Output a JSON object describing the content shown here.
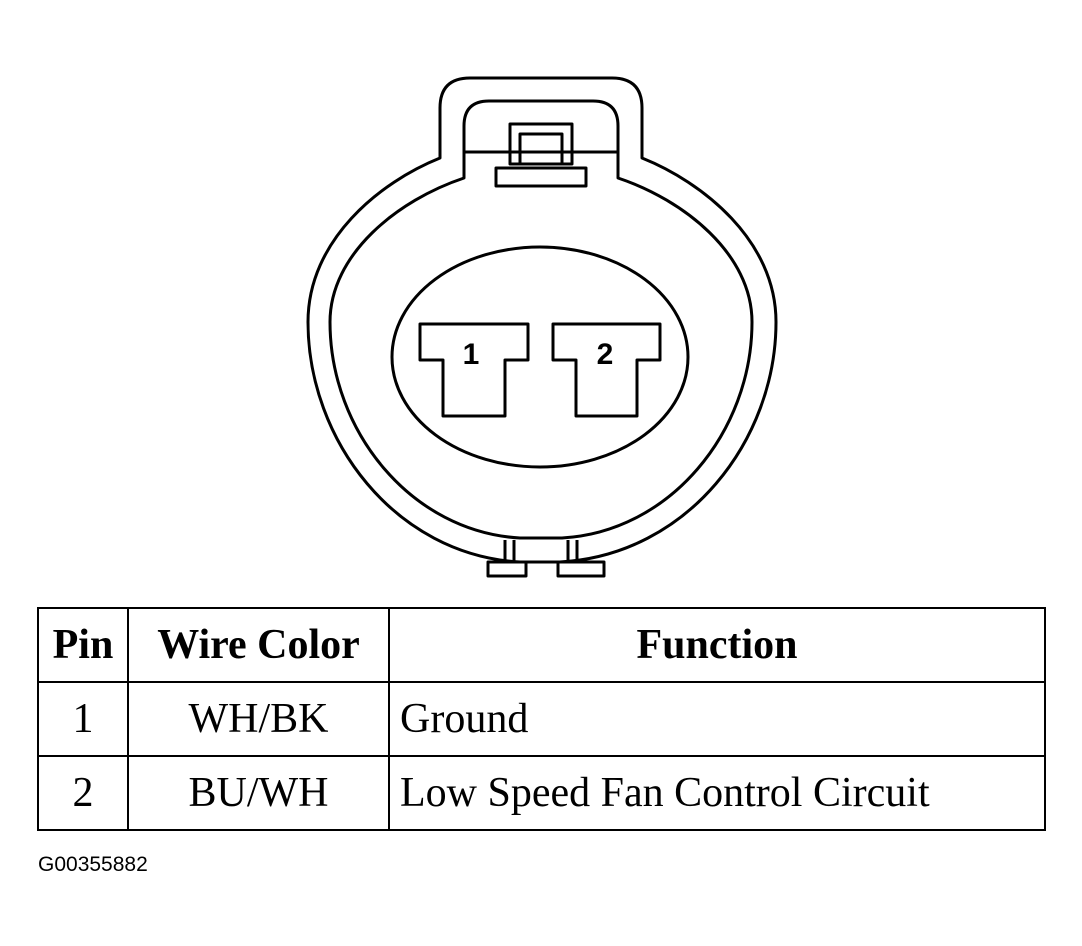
{
  "connector": {
    "pin_labels": [
      "1",
      "2"
    ]
  },
  "table": {
    "headers": {
      "pin": "Pin",
      "wire_color": "Wire Color",
      "function": "Function"
    },
    "rows": [
      {
        "pin": "1",
        "wire_color": "WH/BK",
        "function": "Ground"
      },
      {
        "pin": "2",
        "wire_color": "BU/WH",
        "function": "Low Speed Fan Control Circuit"
      }
    ]
  },
  "figure_id": "G00355882"
}
